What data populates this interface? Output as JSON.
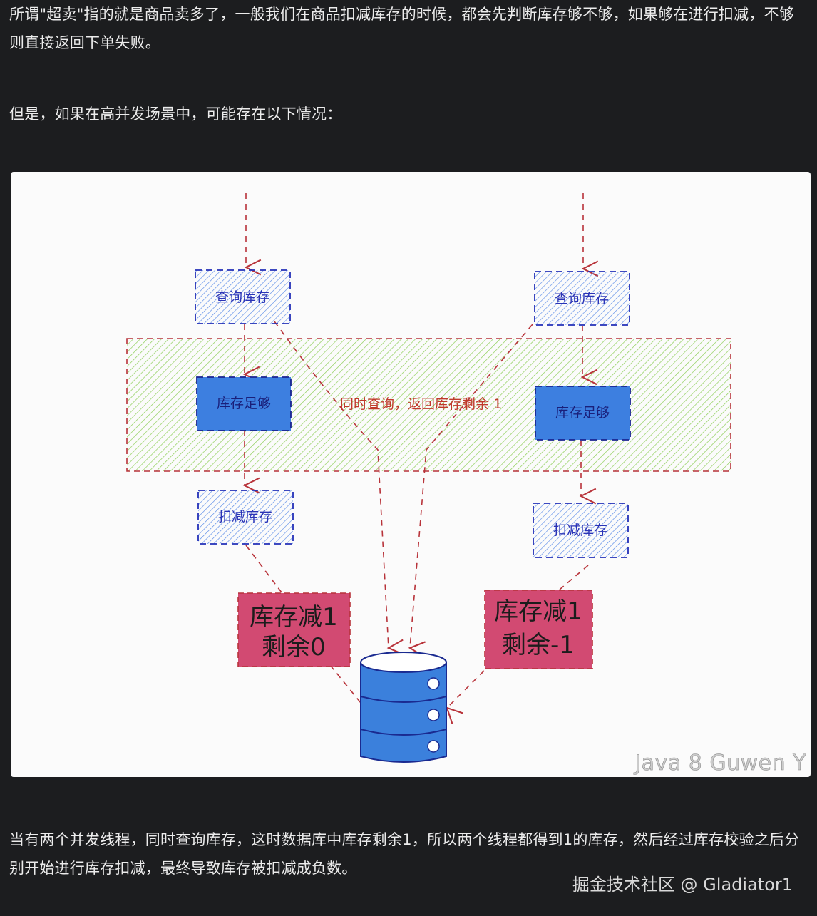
{
  "article": {
    "para1": "所谓\"超卖\"指的就是商品卖多了，一般我们在商品扣减库存的时候，都会先判断库存够不够，如果够在进行扣减，不够则直接返回下单失败。",
    "para2": "但是，如果在高并发场景中，可能存在以下情况：",
    "para3": "当有两个并发线程，同时查询库存，这时数据库中库存剩余1，所以两个线程都得到1的库存，然后经过库存校验之后分别开始进行库存扣减，最终导致库存被扣减成负数。"
  },
  "diagram": {
    "left": {
      "query": "查询库存",
      "enough": "库存足够",
      "deduct": "扣减库存",
      "result_line1": "库存减1",
      "result_line2": "剩余0"
    },
    "right": {
      "query": "查询库存",
      "enough": "库存足够",
      "deduct": "扣减库存",
      "result_line1": "库存减1",
      "result_line2": "剩余-1"
    },
    "note": "同时查询，返回库存剩余 1",
    "database_icon": "database-icon",
    "watermark": "Java 8 Guwen Y",
    "colors": {
      "arrow": "#b8333a",
      "hatch_blue_stroke": "#1f2fc0",
      "hatch_green": "#7cc24a",
      "solid_blue": "#3d7fe0",
      "red_box": "#d24a72",
      "database": "#3b80dc"
    }
  },
  "footer": {
    "credit": "掘金技术社区 @ Gladiator1"
  }
}
